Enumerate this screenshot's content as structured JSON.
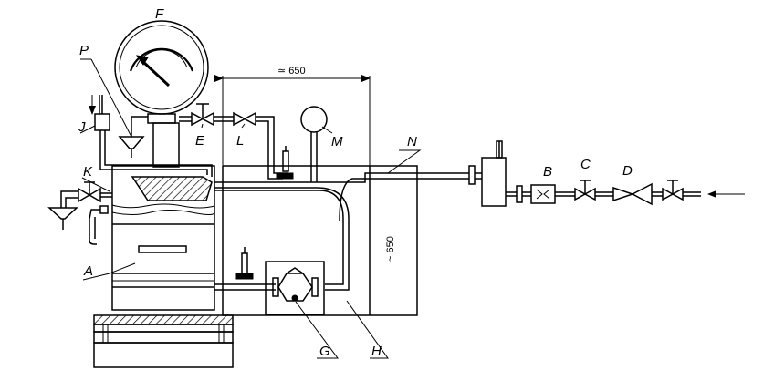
{
  "labels": {
    "F": "F",
    "P": "P",
    "J": "J",
    "E": "E",
    "L": "L",
    "M": "M",
    "N": "N",
    "K": "K",
    "A": "A",
    "G": "G",
    "H": "H",
    "B": "B",
    "C": "C",
    "D": "D"
  },
  "dimensions": {
    "horizontal": "≃ 650",
    "vertical": "~ 650"
  }
}
